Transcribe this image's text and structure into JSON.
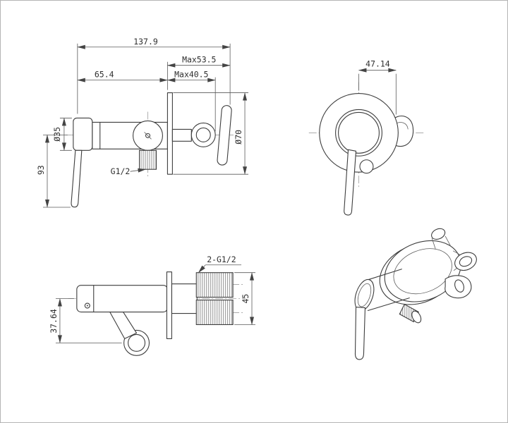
{
  "page": {
    "background": "#ffffff",
    "line_color": "#3d3d3d",
    "dim_text_color": "#2e2e2e"
  },
  "views": {
    "side": {
      "dims": {
        "total_length": "137.9",
        "max_projection": "Max53.5",
        "max_projection_inner": "Max40.5",
        "body_length": "65.4",
        "body_diameter": "Ø35",
        "handle_drop": "93",
        "plate_diameter": "Ø70",
        "outlet_thread": "G1/2"
      }
    },
    "front": {
      "dims": {
        "holder_offset": "47.14"
      }
    },
    "bottom": {
      "dims": {
        "inlet_threads": "2-G1/2",
        "inlet_span": "45",
        "holder_drop": "37.64"
      }
    }
  }
}
